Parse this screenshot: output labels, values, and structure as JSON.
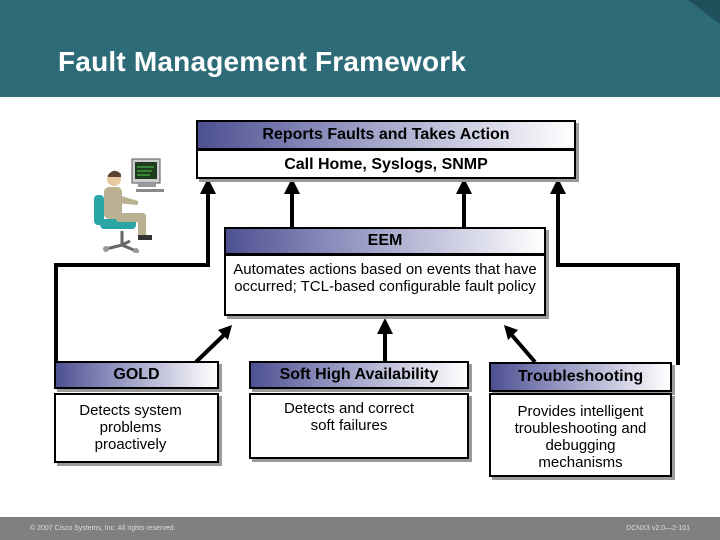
{
  "slide": {
    "title": "Fault Management Framework"
  },
  "top_box": {
    "header": "Reports Faults and Takes Action",
    "body": "Call Home, Syslogs, SNMP"
  },
  "eem": {
    "header": "EEM",
    "body": "Automates actions based on events that have occurred; TCL-based configurable fault policy"
  },
  "gold": {
    "header": "GOLD",
    "body": "Detects system problems proactively"
  },
  "soft_ha": {
    "header": "Soft High Availability",
    "body": "Detects and correct soft failures"
  },
  "troubleshooting": {
    "header": "Troubleshooting",
    "body": "Provides intelligent troubleshooting and debugging mechanisms"
  },
  "footer": {
    "copyright": "© 2007 Cisco Systems, Inc. All rights reserved.",
    "code": "DCNX3 v2.0—2-101"
  },
  "colors": {
    "header_band": "#2e6b78",
    "box_header": "#6d6f9d",
    "footer_band": "#808080"
  },
  "icons": [
    "person-at-computer-icon"
  ]
}
